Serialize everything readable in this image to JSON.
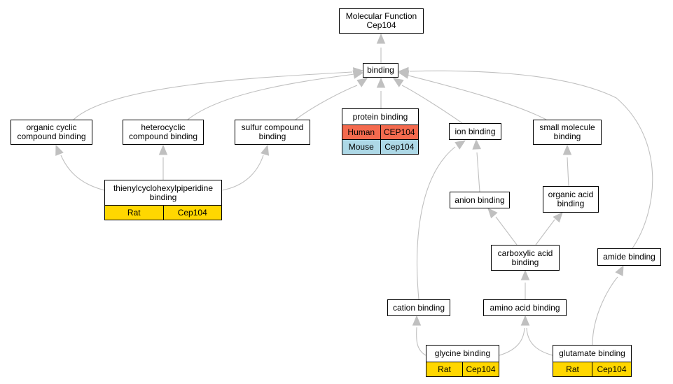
{
  "colors": {
    "edge": "#c0c0c0",
    "rat": "#ffd700",
    "human": "#f46a4e",
    "mouse": "#add8e6"
  },
  "nodes": {
    "mf": "Molecular Function\nCep104",
    "binding": "binding",
    "organic_cyclic": "organic cyclic\ncompound binding",
    "heterocyclic": "heterocyclic\ncompound binding",
    "sulfur": "sulfur compound\nbinding",
    "ion": "ion binding",
    "small_molecule": "small molecule\nbinding",
    "anion": "anion binding",
    "organic_acid": "organic acid\nbinding",
    "carboxylic": "carboxylic acid\nbinding",
    "amide": "amide binding",
    "cation": "cation binding",
    "amino_acid": "amino acid binding"
  },
  "protein": {
    "title": "protein binding",
    "rows": [
      {
        "species": "Human",
        "gene": "CEP104"
      },
      {
        "species": "Mouse",
        "gene": "Cep104"
      }
    ]
  },
  "thienyl": {
    "title": "thienylcyclohexylpiperidine\nbinding",
    "rows": [
      {
        "species": "Rat",
        "gene": "Cep104"
      }
    ]
  },
  "glycine": {
    "title": "glycine binding",
    "rows": [
      {
        "species": "Rat",
        "gene": "Cep104"
      }
    ]
  },
  "glutamate": {
    "title": "glutamate binding",
    "rows": [
      {
        "species": "Rat",
        "gene": "Cep104"
      }
    ]
  }
}
